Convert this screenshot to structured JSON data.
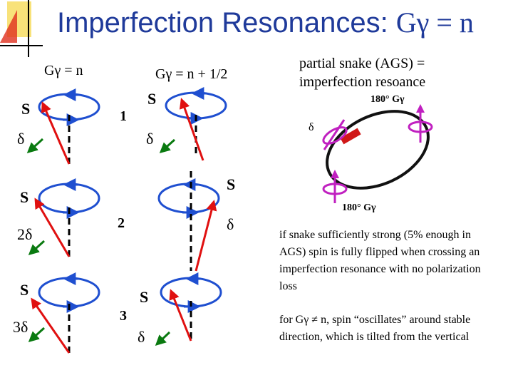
{
  "title": {
    "prefix": "Imperfection Resonances: ",
    "formula": "Gγ = n"
  },
  "left_header": "Gγ = n",
  "mid_header": "Gγ = n + 1/2",
  "partial_snake": {
    "line1": "partial snake (AGS) =",
    "line2": "imperfection resoance"
  },
  "labels": {
    "s": "S",
    "delta_row1": "δ",
    "delta_row1_mid": "δ",
    "delta_row2": "2δ",
    "delta_row2_mid": "δ",
    "delta_row3": "3δ",
    "delta_row3_mid": "δ",
    "n1": "1",
    "n2": "2",
    "n3": "3"
  },
  "ring": {
    "top_label": "180° Gγ",
    "bottom_label": "180° Gγ",
    "delta": "δ"
  },
  "note1": "if snake sufficiently strong (5% enough in AGS) spin is fully flipped when crossing an imperfection resonance with no polarization loss",
  "note2": "for Gγ ≠ n, spin “oscillates” around stable direction, which is tilted from the vertical",
  "colors": {
    "title": "#1f3a9a",
    "orbit": "#1f4fd0",
    "spin": "#e01010",
    "delta_arrow": "#0a7a10",
    "logo_red": "#e0301e",
    "logo_yellow": "#f8e27a"
  }
}
